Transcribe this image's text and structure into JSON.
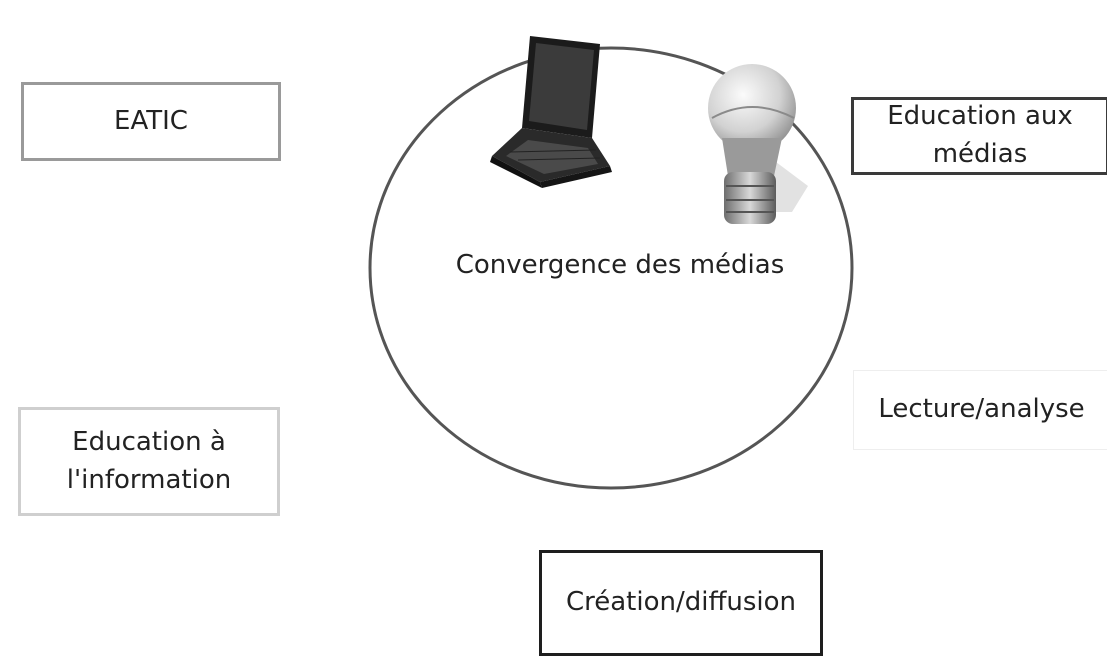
{
  "diagram": {
    "center": {
      "label": "Convergence des médias",
      "icons": [
        "laptop-icon",
        "lightbulb-icon"
      ]
    },
    "boxes": [
      {
        "id": "eatic",
        "label": "EATIC"
      },
      {
        "id": "education-medias",
        "label": "Education aux\nmédias"
      },
      {
        "id": "education-information",
        "label": "Education à\nl'information"
      },
      {
        "id": "lecture-analyse",
        "label": "Lecture/analyse"
      },
      {
        "id": "creation-diffusion",
        "label": "Création/diffusion"
      }
    ]
  }
}
